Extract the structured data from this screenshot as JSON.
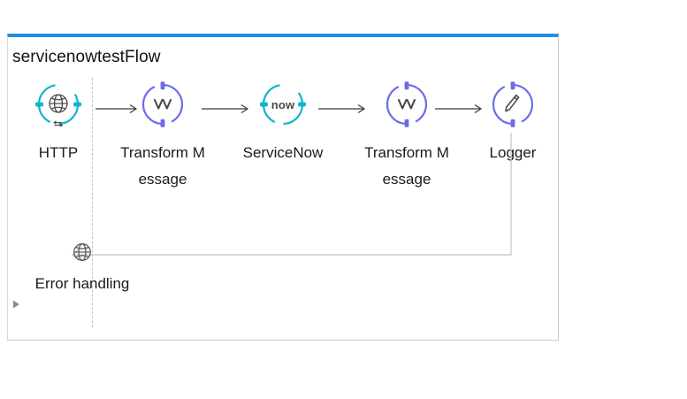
{
  "flow": {
    "title": "servicenowtestFlow",
    "accent_top_color": "#1e90e8",
    "border_color": "#c9c9c9",
    "nodes": [
      {
        "id": "http",
        "label": "HTTP",
        "icon": "globe-icon",
        "color": "#0FB4CF",
        "kind": "source-listener"
      },
      {
        "id": "transform-message-1",
        "label": "Transform Message",
        "icon": "transform-chevrons-icon",
        "color": "#6C6CE8",
        "kind": "processor"
      },
      {
        "id": "servicenow",
        "label": "ServiceNow",
        "icon": "servicenow-now-icon",
        "icon_text": "now",
        "color": "#0FB4CF",
        "kind": "connector"
      },
      {
        "id": "transform-message-2",
        "label": "Transform Message",
        "icon": "transform-chevrons-icon",
        "color": "#6C6CE8",
        "kind": "processor"
      },
      {
        "id": "logger",
        "label": "Logger",
        "icon": "pencil-icon",
        "color": "#6C6CE8",
        "kind": "processor"
      }
    ],
    "connectors": [
      {
        "from": "http",
        "to": "transform-message-1"
      },
      {
        "from": "transform-message-1",
        "to": "servicenow"
      },
      {
        "from": "servicenow",
        "to": "transform-message-2"
      },
      {
        "from": "transform-message-2",
        "to": "logger"
      }
    ],
    "error_handling": {
      "label": "Error handling",
      "icon": "globe-icon",
      "icon_color": "#5a5a5a",
      "expander_icon": "triangle-right-icon",
      "expanded": false,
      "return_path_color": "#bdbdbd"
    }
  }
}
